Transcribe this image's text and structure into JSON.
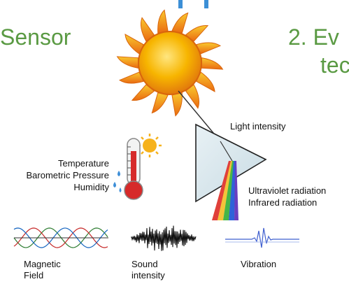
{
  "headings": {
    "left": "Sensor",
    "right_line1": "2.  Ev",
    "right_line2": "tec"
  },
  "labels": {
    "light_intensity": "Light intensity",
    "temperature": "Temperature",
    "pressure": "Barometric Pressure",
    "humidity": "Humidity",
    "uv": "Ultraviolet radiation",
    "ir": "Infrared radiation",
    "magnetic_line1": "Magnetic",
    "magnetic_line2": "Field",
    "sound_line1": "Sound",
    "sound_line2": "intensity",
    "vibration": "Vibration"
  },
  "icons": [
    "sun-icon",
    "prism-icon",
    "thermometer-icon",
    "sine-waves-icon",
    "sound-waveform-icon",
    "vibration-pulse-icon"
  ],
  "colors": {
    "heading_green": "#5a9a43",
    "top_bar_blue": "#3c8fd6",
    "sun_orange": "#f4a01c",
    "sun_core": "#f7b500"
  }
}
